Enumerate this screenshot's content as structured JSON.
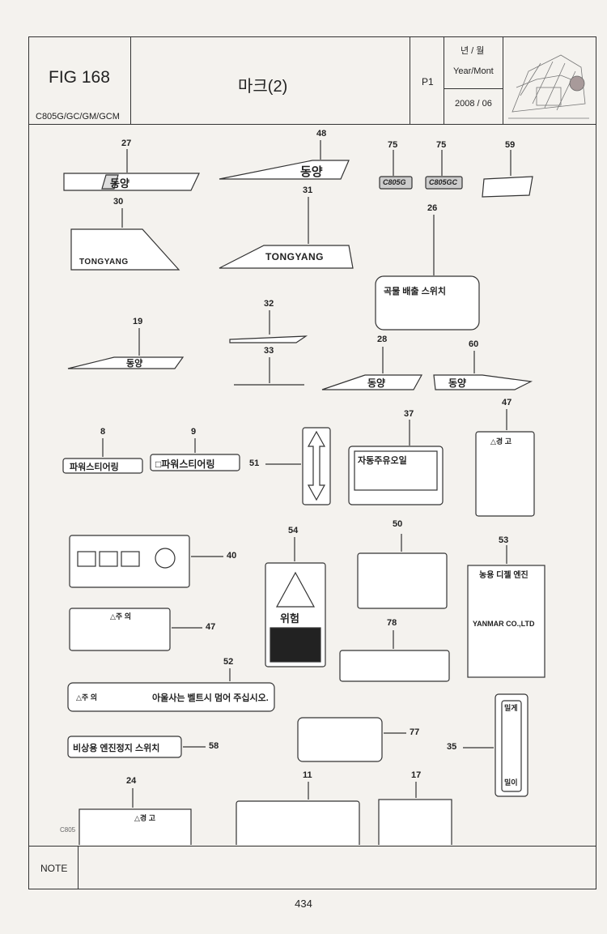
{
  "header": {
    "fig_label": "FIG 168",
    "model_codes": "C805G/GC/GM/GCM",
    "title": "마크(2)",
    "page_code": "P1",
    "year_month_kr": "년 / 월",
    "year_month_en": "Year/Mont",
    "date": "2008 / 06"
  },
  "parts": [
    {
      "no": "27"
    },
    {
      "no": "48"
    },
    {
      "no": "75"
    },
    {
      "no": "75"
    },
    {
      "no": "59"
    },
    {
      "no": "30"
    },
    {
      "no": "31"
    },
    {
      "no": "26"
    },
    {
      "no": "19"
    },
    {
      "no": "32"
    },
    {
      "no": "33"
    },
    {
      "no": "28"
    },
    {
      "no": "60"
    },
    {
      "no": "8"
    },
    {
      "no": "9"
    },
    {
      "no": "51"
    },
    {
      "no": "37"
    },
    {
      "no": "47"
    },
    {
      "no": "40"
    },
    {
      "no": "54"
    },
    {
      "no": "50"
    },
    {
      "no": "53"
    },
    {
      "no": "47"
    },
    {
      "no": "78"
    },
    {
      "no": "52"
    },
    {
      "no": "77"
    },
    {
      "no": "35"
    },
    {
      "no": "58"
    },
    {
      "no": "24"
    },
    {
      "no": "11"
    },
    {
      "no": "17"
    }
  ],
  "label_text": {
    "brand_kr": "동양",
    "brand_en": "TONGYANG",
    "model_c805g": "C805G",
    "model_c805gc": "C805GC",
    "grain_switch_title": "곡물 배출 스위치",
    "power_steering": "파워스티어링",
    "power_steering_boxed": "□파워스티어링",
    "auto_lube": "자동주유오일",
    "caution_kr": "△경 고",
    "notice_kr": "△주 의",
    "danger_kr": "위험",
    "engine_title": "농용 디젤 엔진",
    "engine_maker": "YANMAR CO.,LTD",
    "notice_strip": "아울사는 벨트시 멈어 주십시오.",
    "emergency_switch": "비상용 엔진정지 스위치",
    "push_pull_top": "밀게",
    "push_pull_bottom": "밀이",
    "code_c805": "C805"
  },
  "note_label": "NOTE",
  "page_number": "434"
}
